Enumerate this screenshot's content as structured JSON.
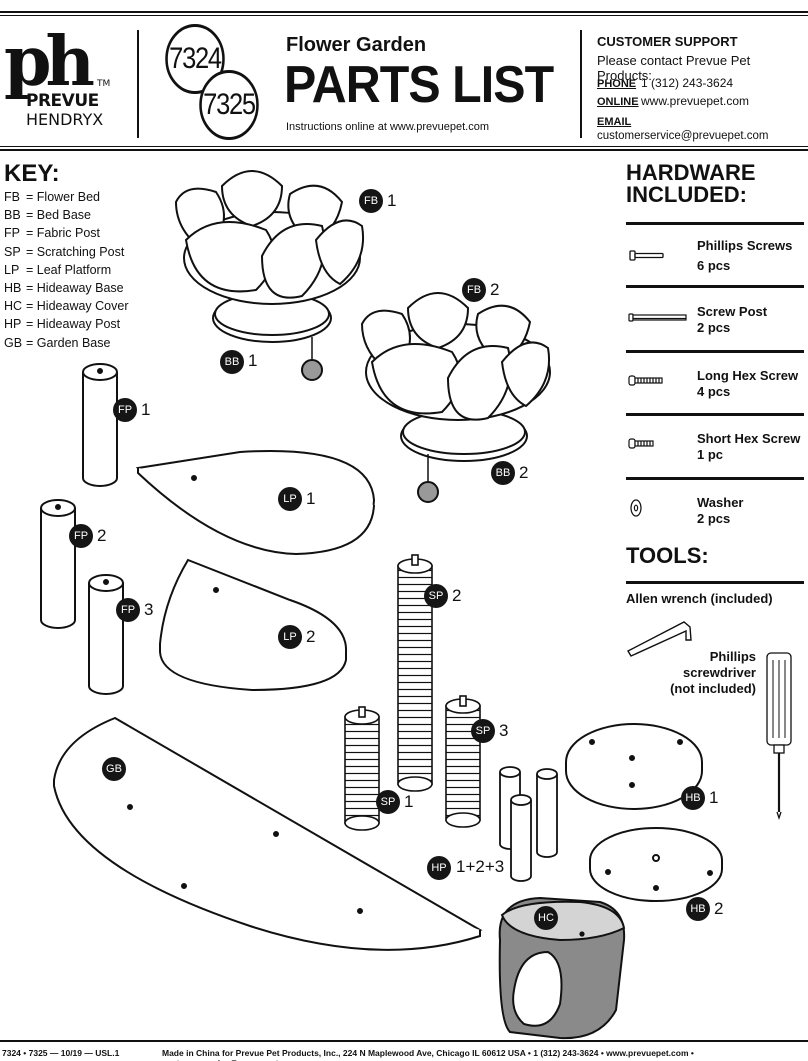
{
  "header": {
    "logo_mark": "ph",
    "logo_tm": "TM",
    "logo_line1": "PREVUE",
    "logo_line2": "HENDRYX",
    "model_a": "7324",
    "model_b": "7325",
    "subtitle": "Flower Garden",
    "title": "PARTS LIST",
    "note": "Instructions online at www.prevuepet.com"
  },
  "support": {
    "heading": "CUSTOMER SUPPORT",
    "line": "Please contact Prevue Pet Products:",
    "phone_label": "PHONE",
    "phone": "1 (312) 243-3624",
    "online_label": "ONLINE",
    "online": "www.prevuepet.com",
    "email_label": "EMAIL",
    "email": "customerservice@prevuepet.com"
  },
  "key": {
    "title": "KEY:",
    "items": [
      {
        "code": "FB",
        "name": "Flower Bed"
      },
      {
        "code": "BB",
        "name": "Bed Base"
      },
      {
        "code": "FP",
        "name": "Fabric Post"
      },
      {
        "code": "SP",
        "name": "Scratching Post"
      },
      {
        "code": "LP",
        "name": "Leaf Platform"
      },
      {
        "code": "HB",
        "name": "Hideaway Base"
      },
      {
        "code": "HC",
        "name": "Hideaway Cover"
      },
      {
        "code": "HP",
        "name": "Hideaway Post"
      },
      {
        "code": "GB",
        "name": "Garden Base"
      }
    ]
  },
  "hardware": {
    "title_line1": "HARDWARE",
    "title_line2": "INCLUDED:",
    "items": [
      {
        "name": "Phillips Screws",
        "qty": "6 pcs"
      },
      {
        "name": "Screw Post",
        "qty": "2 pcs"
      },
      {
        "name": "Long Hex Screw",
        "qty": "4 pcs"
      },
      {
        "name": "Short Hex Screw",
        "qty": "1 pc"
      },
      {
        "name": "Washer",
        "qty": "2 pcs"
      }
    ]
  },
  "tools": {
    "title": "TOOLS:",
    "allen": "Allen wrench (included)",
    "phillips_l1": "Phillips",
    "phillips_l2": "screwdriver",
    "phillips_l3": "(not included)"
  },
  "parts": {
    "fb1": {
      "code": "FB",
      "num": "1"
    },
    "fb2": {
      "code": "FB",
      "num": "2"
    },
    "bb1": {
      "code": "BB",
      "num": "1"
    },
    "bb2": {
      "code": "BB",
      "num": "2"
    },
    "fp1": {
      "code": "FP",
      "num": "1"
    },
    "fp2": {
      "code": "FP",
      "num": "2"
    },
    "fp3": {
      "code": "FP",
      "num": "3"
    },
    "lp1": {
      "code": "LP",
      "num": "1"
    },
    "lp2": {
      "code": "LP",
      "num": "2"
    },
    "sp1": {
      "code": "SP",
      "num": "1"
    },
    "sp2": {
      "code": "SP",
      "num": "2"
    },
    "sp3": {
      "code": "SP",
      "num": "3"
    },
    "gb": {
      "code": "GB"
    },
    "hp": {
      "code": "HP",
      "num": "1+2+3"
    },
    "hb1": {
      "code": "HB",
      "num": "1"
    },
    "hb2": {
      "code": "HB",
      "num": "2"
    },
    "hc": {
      "code": "HC"
    }
  },
  "footer": {
    "left": "7324 • 7325 — 10/19 — USL.1",
    "right": "Made in China for Prevue Pet Products, Inc., 224 N Maplewood Ave, Chicago IL  60612  USA • 1 (312) 243-3624 • www.prevuepet.com • customerservice@prevuepet.com"
  }
}
